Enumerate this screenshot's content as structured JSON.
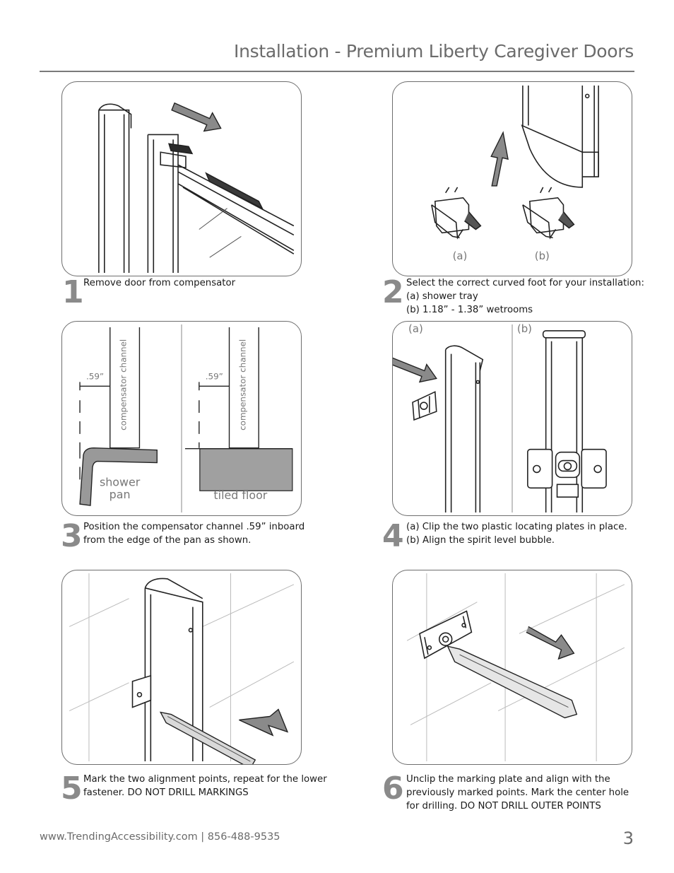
{
  "header": {
    "title": "Installation - Premium Liberty Caregiver Doors"
  },
  "steps": [
    {
      "number": "1",
      "lines": [
        "Remove door from compensator"
      ]
    },
    {
      "number": "2",
      "lines": [
        "Select the correct curved foot for your installation:",
        "(a) shower tray",
        "(b) 1.18” - 1.38” wetrooms"
      ],
      "labels": {
        "a": "(a)",
        "b": "(b)"
      }
    },
    {
      "number": "3",
      "lines": [
        "Position the compensator channel .59” inboard",
        "from the edge of the pan as shown."
      ],
      "labels": {
        "channel": "compensator channel",
        "dimension": ".59”",
        "pan_line1": "shower",
        "pan_line2": "pan",
        "floor": "tiled floor"
      }
    },
    {
      "number": "4",
      "lines": [
        "(a) Clip the two plastic locating plates in place.",
        "(b) Align the spirit level bubble."
      ],
      "labels": {
        "a": "(a)",
        "b": "(b)"
      }
    },
    {
      "number": "5",
      "lines": [
        "Mark the two alignment points, repeat for the lower",
        "fastener. DO NOT DRILL MARKINGS"
      ]
    },
    {
      "number": "6",
      "lines": [
        "Unclip the marking plate and align with the",
        "previously marked points. Mark the center hole",
        "for drilling. DO NOT DRILL OUTER POINTS"
      ]
    }
  ],
  "footer": {
    "contact": "www.TrendingAccessibility.com | 856-488-9535",
    "page_number": "3"
  }
}
